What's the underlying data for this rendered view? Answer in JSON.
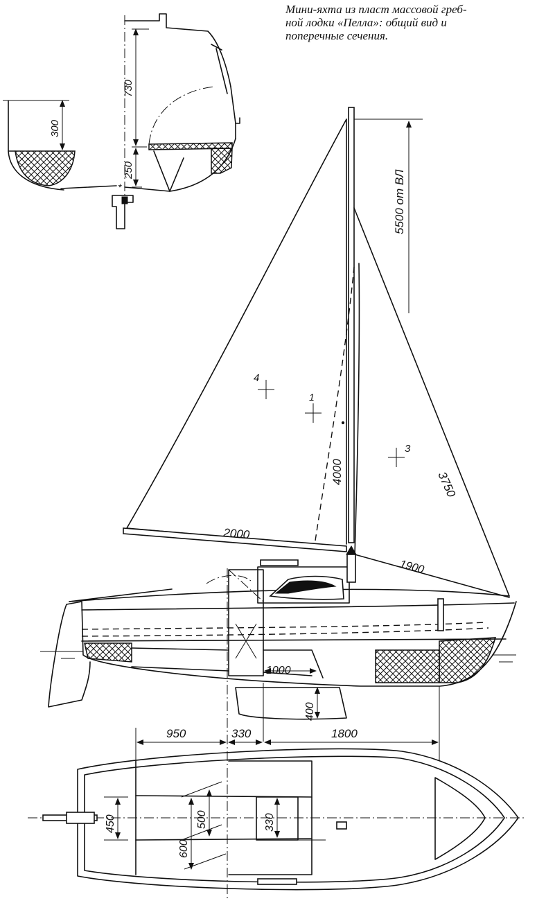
{
  "caption": {
    "line1": "Мини-яхта из пласт массовой греб-",
    "line2": "ной лодки «Пелла»: общий вид и",
    "line3": "поперечные сечения."
  },
  "section_view": {
    "dim_freeboard": "300",
    "dim_cabin_height": "730",
    "dim_bottom_to_deck": "250"
  },
  "side_view": {
    "dim_mast_height": "5500 от ВЛ",
    "dim_luff": "4000",
    "dim_forestay": "3750",
    "dim_boom": "2000",
    "dim_foot_jib": "1900",
    "dim_keel_length": "1000",
    "dim_keel_depth": "400",
    "mark_1": "1",
    "mark_3": "3",
    "mark_4": "4"
  },
  "plan_view": {
    "dim_a": "950",
    "dim_b": "330",
    "dim_c": "1800",
    "dim_w1": "450",
    "dim_w2": "500",
    "dim_w3": "600",
    "dim_w4": "330"
  }
}
